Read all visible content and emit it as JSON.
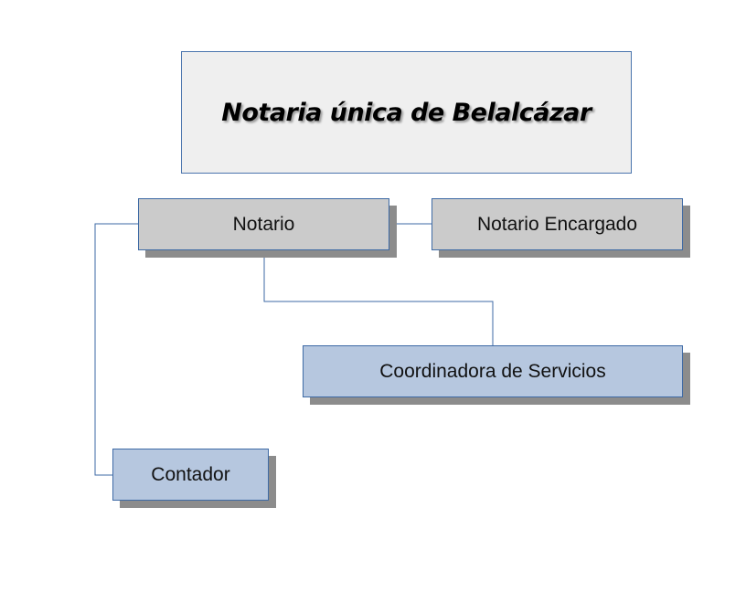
{
  "diagram": {
    "title": "Notaria única de Belalcázar",
    "nodes": {
      "notario": "Notario",
      "notario_encargado": "Notario Encargado",
      "coordinadora": "Coordinadora de Servicios",
      "contador": "Contador"
    },
    "colors": {
      "title_fill": "#efefef",
      "gray_fill": "#cbcbcb",
      "blue_fill": "#b6c7df",
      "border": "#3e6aa5",
      "shadow": "#8c8c8c"
    }
  }
}
